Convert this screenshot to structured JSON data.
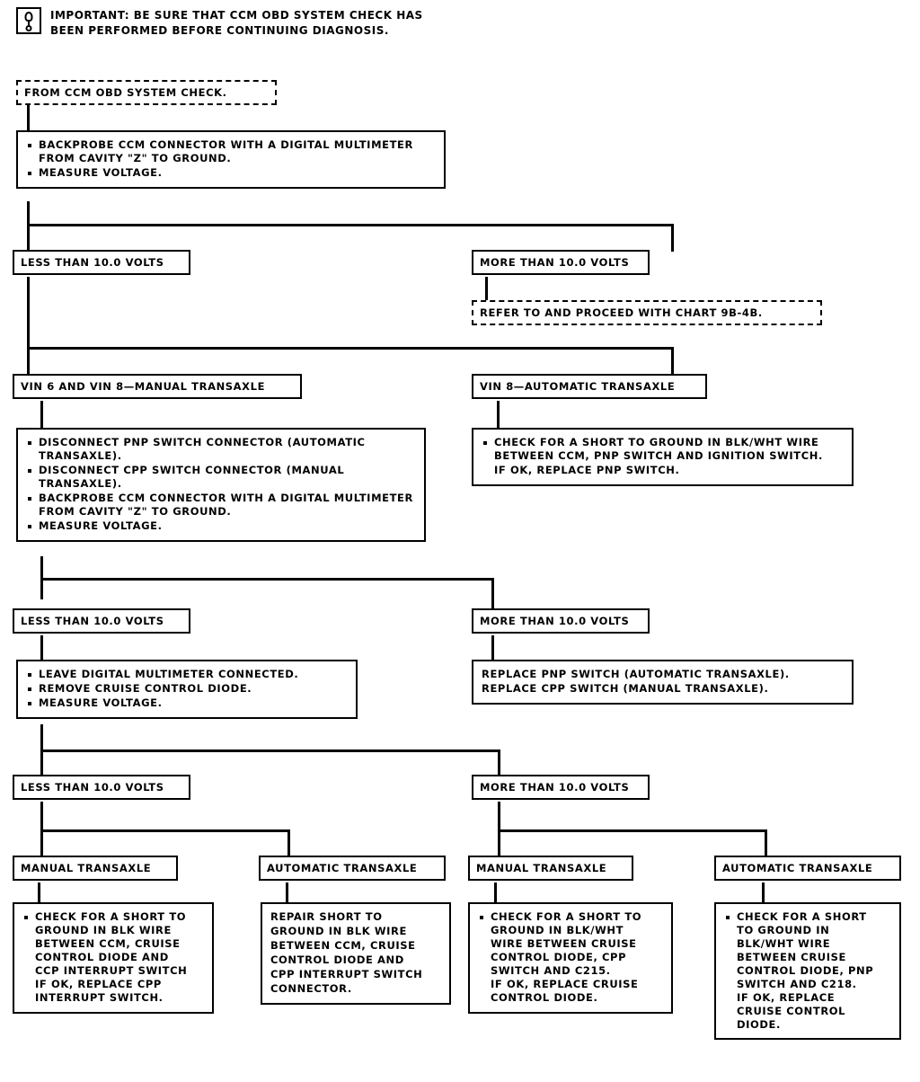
{
  "header": {
    "icon": "lightbulb-icon",
    "line1": "IMPORTANT: BE SURE THAT CCM OBD SYSTEM CHECK HAS",
    "line2": "BEEN PERFORMED BEFORE CONTINUING DIAGNOSIS."
  },
  "nodes": {
    "entry": {
      "label": "FROM CCM OBD SYSTEM CHECK."
    },
    "step1": {
      "bullets": [
        "BACKPROBE CCM CONNECTOR WITH A DIGITAL MULTIMETER FROM CAVITY \"Z\" TO GROUND.",
        "MEASURE VOLTAGE."
      ]
    },
    "less1": {
      "label": "LESS THAN 10.0 VOLTS"
    },
    "more1": {
      "label": "MORE THAN 10.0 VOLTS"
    },
    "refer": {
      "label": "REFER TO AND PROCEED WITH CHART 9B-4B."
    },
    "vin_manual": {
      "label": "VIN 6 AND VIN 8—MANUAL TRANSAXLE"
    },
    "vin_auto": {
      "label": "VIN 8—AUTOMATIC TRANSAXLE"
    },
    "step2_left": {
      "bullets": [
        "DISCONNECT PNP SWITCH CONNECTOR (AUTOMATIC TRANSAXLE).",
        "DISCONNECT CPP SWITCH CONNECTOR (MANUAL TRANSAXLE).",
        "BACKPROBE CCM CONNECTOR WITH A DIGITAL MULTIMETER FROM CAVITY \"Z\" TO GROUND.",
        "MEASURE VOLTAGE."
      ]
    },
    "step2_right": {
      "bullets": [
        "CHECK FOR A SHORT TO GROUND IN BLK/WHT WIRE BETWEEN CCM, PNP SWITCH AND IGNITION SWITCH."
      ],
      "extra": [
        "IF OK, REPLACE PNP SWITCH."
      ]
    },
    "less2": {
      "label": "LESS THAN 10.0 VOLTS"
    },
    "more2": {
      "label": "MORE THAN 10.0 VOLTS"
    },
    "step3_left": {
      "bullets": [
        "LEAVE DIGITAL MULTIMETER CONNECTED.",
        "REMOVE CRUISE CONTROL DIODE.",
        "MEASURE VOLTAGE."
      ]
    },
    "step3_right": {
      "lines": [
        "REPLACE PNP SWITCH (AUTOMATIC TRANSAXLE).",
        "REPLACE CPP SWITCH (MANUAL TRANSAXLE)."
      ]
    },
    "less3": {
      "label": "LESS THAN 10.0 VOLTS"
    },
    "more3": {
      "label": "MORE THAN 10.0 VOLTS"
    },
    "manual1": {
      "label": "MANUAL TRANSAXLE"
    },
    "auto1": {
      "label": "AUTOMATIC TRANSAXLE"
    },
    "manual2": {
      "label": "MANUAL TRANSAXLE"
    },
    "auto2": {
      "label": "AUTOMATIC TRANSAXLE"
    },
    "result1": {
      "lines": [
        "CHECK FOR A SHORT TO",
        "GROUND IN BLK WIRE",
        "BETWEEN CCM, CRUISE",
        "CONTROL DIODE AND",
        "CCP INTERRUPT SWITCH",
        "IF OK, REPLACE CPP",
        "INTERRUPT SWITCH."
      ]
    },
    "result2": {
      "lines": [
        "REPAIR SHORT TO",
        "GROUND IN BLK WIRE",
        "BETWEEN CCM, CRUISE",
        "CONTROL DIODE AND",
        "CPP INTERRUPT SWITCH",
        "CONNECTOR."
      ]
    },
    "result3": {
      "lines": [
        "CHECK FOR A SHORT TO",
        "GROUND IN BLK/WHT",
        "WIRE BETWEEN CRUISE",
        "CONTROL DIODE, CPP",
        "SWITCH AND C215.",
        "IF OK, REPLACE CRUISE",
        "CONTROL DIODE."
      ]
    },
    "result4": {
      "lines": [
        "CHECK FOR A SHORT",
        "TO GROUND IN",
        "BLK/WHT WIRE",
        "BETWEEN CRUISE",
        "CONTROL DIODE, PNP",
        "SWITCH AND C218.",
        "IF OK, REPLACE",
        "CRUISE CONTROL",
        "DIODE."
      ]
    }
  },
  "colors": {
    "ink": "#000000",
    "paper": "#ffffff"
  }
}
